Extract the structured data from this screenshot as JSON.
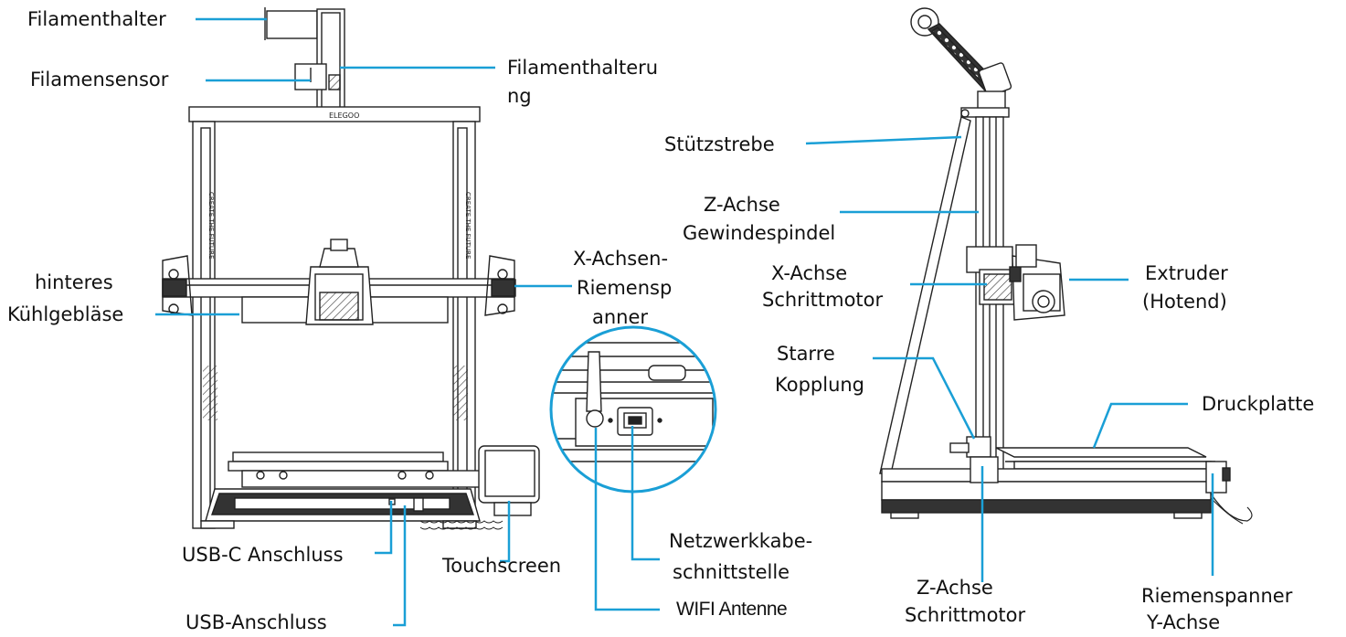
{
  "diagram": {
    "accent_color": "#1a9fd6",
    "brand_text": "ELEGOO",
    "frame_text": "CREATE THE FUTURE",
    "labels": {
      "filament_holder": "Filamenthalter",
      "filament_sensor": "Filamensensor",
      "filament_holder_mount_1": "Filamenthalteru",
      "filament_holder_mount_2": "ng",
      "rear_fan_1": "hinteres",
      "rear_fan_2": "Kühlgebläse",
      "x_belt_tensioner_1": "X-Achsen-",
      "x_belt_tensioner_2": "Riemensp",
      "x_belt_tensioner_3": "anner",
      "usb_c_port": "USB-C Anschluss",
      "usb_port": "USB-Anschluss",
      "touchscreen": "Touchscreen",
      "network_port_1": "Netzwerkkabe-",
      "network_port_2": "schnittstelle",
      "wifi_antenna": "WIFI Antenne",
      "support_strut": "Stützstrebe",
      "z_lead_screw_1": "Z-Achse",
      "z_lead_screw_2": "Gewindespindel",
      "x_stepper_1": "X-Achse",
      "x_stepper_2": "Schrittmotor",
      "extruder_1": "Extruder",
      "extruder_2": "(Hotend)",
      "rigid_coupling_1": "Starre",
      "rigid_coupling_2": "Kopplung",
      "print_bed": "Druckplatte",
      "z_stepper_1": "Z-Achse",
      "z_stepper_2": "Schrittmotor",
      "y_belt_tensioner_1": "Riemenspanner",
      "y_belt_tensioner_2": "Y-Achse"
    }
  }
}
